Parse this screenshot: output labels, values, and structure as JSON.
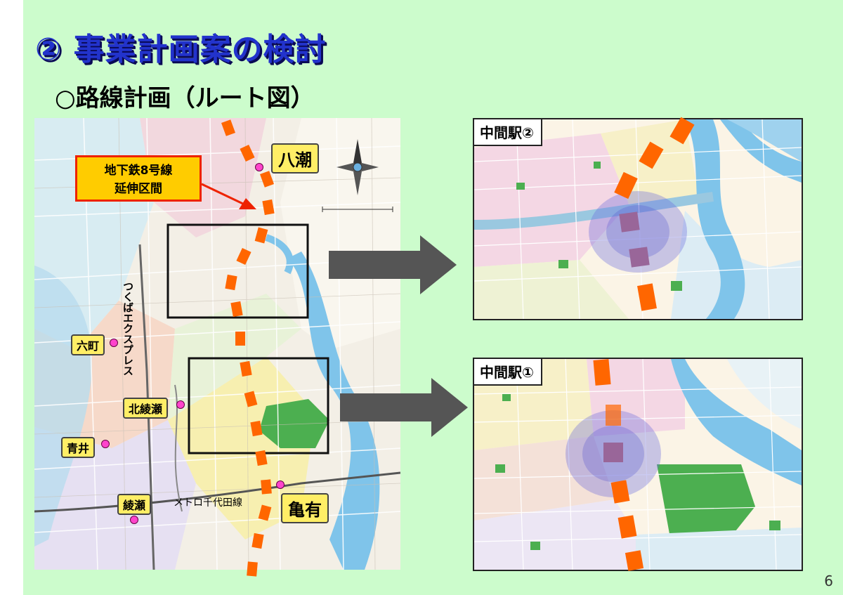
{
  "title": "② 事業計画案の検討",
  "subtitle": "○路線計画（ルート図）",
  "callout": {
    "line1": "地下鉄8号線",
    "line2": "延伸区間"
  },
  "stations": {
    "yashio": "八潮",
    "kameari": "亀有",
    "rokucho": "六町",
    "kitaayase": "北綾瀬",
    "aoi": "青井",
    "ayase": "綾瀬"
  },
  "rail_labels": {
    "tsukuba": "つくばエクスプレス",
    "chiyoda": "メトロ千代田線"
  },
  "insets": {
    "upper": "中間駅②",
    "lower": "中間駅①"
  },
  "page_number": "6",
  "colors": {
    "slide_bg": "#ccfccc",
    "title": "#2233cc",
    "route": "#ff6600",
    "callout_bg": "#ffcc00",
    "callout_border": "#ee2200",
    "station_dot": "#ff44cc",
    "station_label_bg": "#ffee66",
    "arrow": "#555555"
  }
}
